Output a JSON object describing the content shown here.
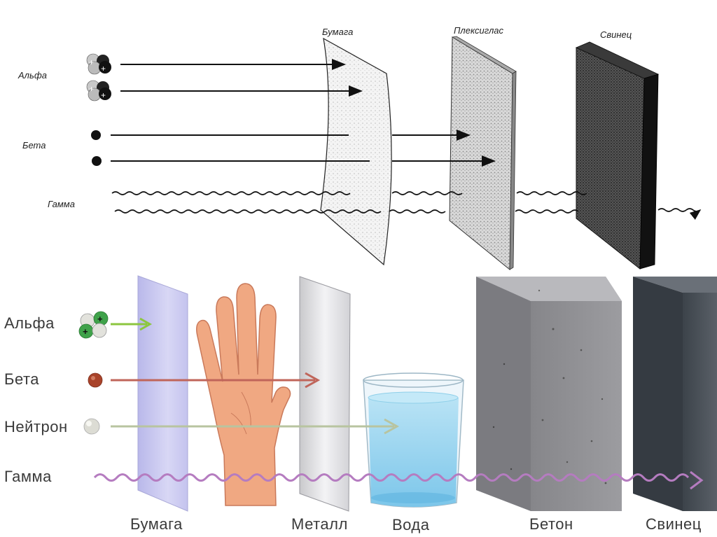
{
  "top_panel": {
    "radiation_labels": {
      "alpha": "Альфа",
      "beta": "Бета",
      "gamma": "Гамма"
    },
    "barrier_labels": {
      "paper": "Бумага",
      "plexiglass": "Плексиглас",
      "lead": "Свинец"
    }
  },
  "bottom_panel": {
    "radiation_labels": {
      "alpha": "Альфа",
      "beta": "Бета",
      "neutron": "Нейтрон",
      "gamma": "Гамма"
    },
    "barrier_labels": {
      "paper": "Бумага",
      "metal": "Металл",
      "water": "Вода",
      "concrete": "Бетон",
      "lead": "Свинец"
    }
  },
  "colors": {
    "alpha_arrow": "#8cc63f",
    "beta_arrow": "#c0655a",
    "neutron_arrow": "#b8c4a0",
    "gamma_wave": "#b57cc0",
    "paper_sheet": "#c9c8ee",
    "skin": "#f0a882",
    "concrete": "#8f8f92",
    "lead_block": "#4a5058",
    "water": "#9ad4ee"
  }
}
